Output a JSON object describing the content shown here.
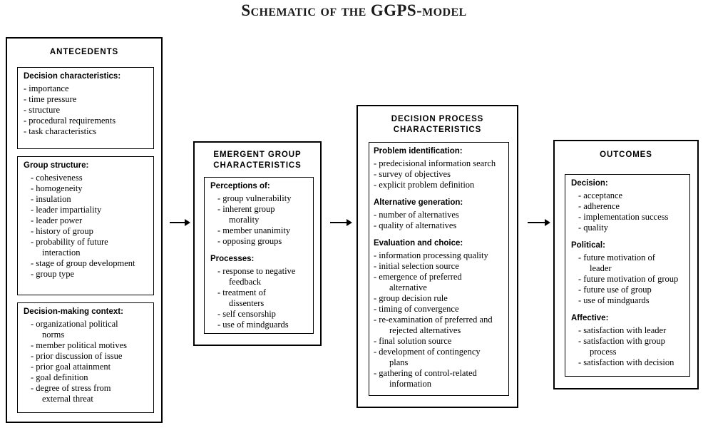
{
  "title": {
    "part1": "Schematic of the ",
    "part2": "GGPS",
    "part3": "-model",
    "full": "Schematic of the GGPS-model"
  },
  "columns": [
    {
      "id": "antecedents",
      "header": "ANTECEDENTS",
      "groups": [
        {
          "heading": "Decision characteristics:",
          "items": [
            "importance",
            "time pressure",
            "structure",
            "procedural requirements",
            "task characteristics"
          ]
        },
        {
          "heading": "Group structure:",
          "items": [
            "cohesiveness",
            "homogeneity",
            "insulation",
            "leader impartiality",
            "leader power",
            "history of group",
            "probability of future|interaction",
            "stage of group development",
            "group type"
          ]
        },
        {
          "heading": "Decision-making context:",
          "items": [
            "organizational political|norms",
            "member political motives",
            "prior discussion of issue",
            "prior goal attainment",
            "goal definition",
            "degree of stress from|external threat"
          ]
        }
      ]
    },
    {
      "id": "emergent-group-characteristics",
      "header": "EMERGENT GROUP CHARACTERISTICS",
      "header_line1": "EMERGENT GROUP",
      "header_line2": "CHARACTERISTICS",
      "groups": [
        {
          "heading": "Perceptions of:",
          "items": [
            "group vulnerability",
            "inherent group|morality",
            "member unanimity",
            "opposing groups"
          ]
        },
        {
          "heading": "Processes:",
          "items": [
            "response to negative|feedback",
            "treatment of|dissenters",
            "self censorship",
            "use of mindguards"
          ]
        }
      ]
    },
    {
      "id": "decision-process-characteristics",
      "header": "DECISION PROCESS CHARACTERISTICS",
      "header_line1": "DECISION PROCESS",
      "header_line2": "CHARACTERISTICS",
      "groups": [
        {
          "heading": "Problem identification:",
          "items": [
            "predecisional information search",
            "survey of objectives",
            "explicit problem definition"
          ]
        },
        {
          "heading": "Alternative generation:",
          "items": [
            "number of alternatives",
            "quality of alternatives"
          ]
        },
        {
          "heading": "Evaluation and choice:",
          "items": [
            "information processing quality",
            "initial selection source",
            "emergence of preferred|alternative",
            "group decision rule",
            "timing of convergence",
            "re-examination of preferred and|rejected alternatives",
            "final solution source",
            "development of contingency|plans",
            "gathering of control-related|information"
          ]
        }
      ]
    },
    {
      "id": "outcomes",
      "header": "OUTCOMES",
      "groups": [
        {
          "heading": "Decision:",
          "items": [
            "acceptance",
            "adherence",
            "implementation success",
            "quality"
          ]
        },
        {
          "heading": "Political:",
          "items": [
            "future motivation of|leader",
            "future motivation of group",
            "future use of group",
            "use of mindguards"
          ]
        },
        {
          "heading": "Affective:",
          "items": [
            "satisfaction with leader",
            "satisfaction with group|process",
            "satisfaction with decision"
          ]
        }
      ]
    }
  ],
  "arrows": [
    {
      "name": "arrow-antecedents-to-emergent"
    },
    {
      "name": "arrow-emergent-to-decision-process"
    },
    {
      "name": "arrow-decision-process-to-outcomes"
    }
  ],
  "colors": {
    "stroke": "#000000",
    "background": "#ffffff",
    "title": "#1a1a1a"
  }
}
